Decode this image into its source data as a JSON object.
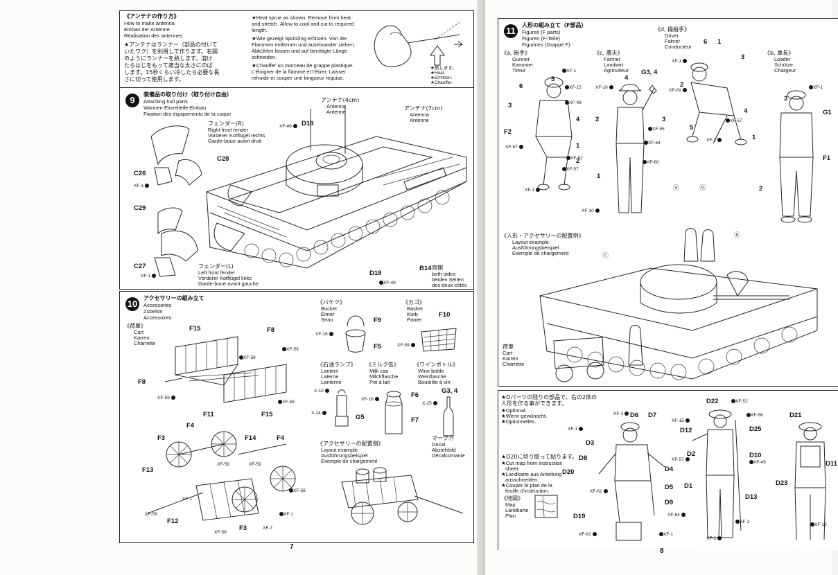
{
  "antenna_box": {
    "jp": "《アンテナの作り方》",
    "en": "How to make antenna",
    "de": "Einbau der Antenne",
    "fr": "Réalisation des antennes",
    "jp_desc1": "★アンテナはランナー（部品の付いて",
    "jp_desc2": "いたワク）を利用して作ります。右図",
    "jp_desc3": "のようにランナーを熱します。溶け",
    "jp_desc4": "たらはじをもって適当な太さにのば",
    "jp_desc5": "します。15秒くらい冷したら必要な長",
    "jp_desc6": "さに切って使用します。",
    "en_desc1": "★Heat sprue as shown. Remove from heat",
    "en_desc2": "and stretch. Allow to cool and cut to required",
    "en_desc3": "length.",
    "de_desc1": "★Wie gezeigt Spritzling erhitzen. Von der",
    "de_desc2": "Flammen entfernen und auseinander ziehen.",
    "de_desc3": "Abkühlen lassen und auf benötigte Länge",
    "de_desc4": "schneiden.",
    "fr_desc1": "★Chauffer un morceau de grappe plastique.",
    "fr_desc2": "L'éloigner de la flamme et l'étirer. Laisser",
    "fr_desc3": "refroidir et couper une longueur requise.",
    "heat_jp": "★熱します。",
    "heat_en": "★Heat.",
    "heat_de": "★Erhitzen.",
    "heat_fr": "★Chauffer."
  },
  "step9": {
    "number": "9",
    "jp": "装備品の取り付け（取り付け自由）",
    "en": "Attaching hull parts",
    "de": "Wannen-Einzelteile-Einbau",
    "fr": "Fixation des équipements de la coque",
    "rf_jp": "フェンダー(R)",
    "rf_en": "Right front fender",
    "rf_de": "Vorderer Kotflügel rechts",
    "rf_fr": "Garde-boue avant droit",
    "lf_jp": "フェンダー(L)",
    "lf_en": "Left front fender",
    "lf_de": "Vorderer Kotflügel links",
    "lf_fr": "Garde-boue avant gauche",
    "ant4_jp": "アンテナ(4cm)",
    "ant4_en": "Antenna",
    "ant4_de": "Antenne",
    "ant7_jp": "アンテナ(7cm)",
    "ant7_en": "Antenna",
    "ant7_de": "Antenne",
    "both_jp": "両側",
    "both_en": "both sides",
    "both_de": "beiden Seiten",
    "both_fr": "des deux côtés",
    "parts": [
      "D18",
      "C28",
      "C26",
      "C29",
      "C27",
      "D18",
      "B14"
    ],
    "xf": [
      "XF-49",
      "XF-1",
      "XF-1",
      "XF-49"
    ]
  },
  "step10": {
    "number": "10",
    "jp": "アクセサリーの組み立て",
    "en": "Accessories",
    "de": "Zubehör",
    "fr": "Accessoires",
    "cart_jp": "《荷車》",
    "cart_en": "Cart",
    "cart_de": "Karren",
    "cart_fr": "Charrette",
    "bucket_jp": "《バケツ》",
    "bucket_en": "Bucket",
    "bucket_de": "Eimer",
    "bucket_fr": "Seau",
    "basket_jp": "《カゴ》",
    "basket_en": "Basket",
    "basket_de": "Korb",
    "basket_fr": "Panier",
    "lantern_jp": "《石油ランプ》",
    "lantern_en": "Lantern",
    "lantern_de": "Laterne",
    "lantern_fr": "Lanterne",
    "milk_jp": "《ミルク缶》",
    "milk_en": "Milk can",
    "milk_de": "Milchflasche",
    "milk_fr": "Pot à lait",
    "wine_jp": "《ワインボトル》",
    "wine_en": "Wine bottle",
    "wine_de": "Weinflasche",
    "wine_fr": "Bouteille à vin",
    "decal_jp": "マーク⑪",
    "decal_en": "Decal",
    "decal_de": "Abziehbild",
    "decal_fr": "Décalcomanie",
    "layout_jp": "《アクセサリーの配置例》",
    "layout_en": "Layout example",
    "layout_de": "Ausführungsbeispiel",
    "layout_fr": "Exemple de chargement",
    "parts": [
      "F15",
      "F8",
      "F8",
      "F11",
      "F15",
      "F9",
      "F5",
      "F10",
      "F6",
      "G5",
      "F7",
      "G3, 4",
      "F4",
      "F3",
      "F14",
      "F4",
      "F13",
      "F12",
      "F3"
    ],
    "xf": [
      "XF-59",
      "XF-59",
      "XF-59",
      "XF-59",
      "XF-16",
      "XF-59",
      "X-10",
      "X-24",
      "XF-16",
      "X-25",
      "XF-59",
      "XF-59",
      "XF-56",
      "XF-1",
      "XF-59",
      "XF-56",
      "XF-7",
      "XF-1"
    ]
  },
  "step11": {
    "number": "11",
    "jp": "人形の組み立て（F部品）",
    "en": "Figures (F parts)",
    "de": "Figuren (F-Teile)",
    "fr": "Figurines (Grappe F)",
    "a_jp": "《a, 砲手》",
    "a_en": "Gunner",
    "a_de": "Kanonier",
    "a_fr": "Tireur",
    "c_jp": "《c, 農夫》",
    "c_en": "Farmer",
    "c_de": "Landwirt",
    "c_fr": "Agriculteur",
    "d_jp": "《d, 操縦手》",
    "d_en": "Driver",
    "d_de": "Fahrer",
    "d_fr": "Conducteur",
    "b_jp": "《b, 車長》",
    "b_en": "Loader",
    "b_de": "Schütze",
    "b_fr": "Chargeur",
    "layout_jp": "《人形・アクセサリーの配置例》",
    "layout_en": "Layout example",
    "layout_de": "Ausführungsbeispiel",
    "layout_fr": "Exemple de chargement",
    "cart_jp": "荷車",
    "cart_en": "Cart",
    "cart_de": "Karren",
    "cart_fr": "Charrette",
    "tags": [
      "ⓐ",
      "ⓑ",
      "ⓒ",
      "ⓓ"
    ],
    "parts": [
      "5",
      "6",
      "3",
      "4",
      "F2",
      "1",
      "2",
      "4",
      "G3, 4",
      "3",
      "2",
      "1",
      "6",
      "1",
      "3",
      "2",
      "4",
      "5",
      "3",
      "G1",
      "1",
      "F1",
      "2"
    ],
    "xf": [
      "XF-1",
      "XF-15",
      "XF-49",
      "XF-57",
      "XF-52",
      "XF-57",
      "XF-1",
      "XF-10",
      "XF-55",
      "XF-64",
      "XF-60",
      "XF-10",
      "XF-1",
      "XF-61",
      "XF-57",
      "XF-1",
      "XF-1"
    ]
  },
  "dparts": {
    "note_jp": "★Dパーツの残りの部品で、右の2体の",
    "note_jp2": "人形を作る事ができます。",
    "note_en": "★Optional.",
    "note_de": "★Wenn gewünscht.",
    "note_fr": "★Optionnelles.",
    "d20_jp": "★D20に切り取って貼ります。",
    "d20_en1": "★Cut map from instruction",
    "d20_en2": "sheet.",
    "d20_de1": "★Landkarte aus Anleitung",
    "d20_de2": "ausschneiden.",
    "d20_fr1": "★Couper le plan de la",
    "d20_fr2": "feuille d'instruction.",
    "map_jp": "《地図》",
    "map_en": "Map",
    "map_de": "Landkarte",
    "map_fr": "Plan",
    "parts": [
      "D6",
      "D7",
      "D3",
      "D8",
      "D20",
      "D4",
      "D5",
      "D9",
      "D19",
      "D22",
      "D12",
      "D25",
      "D2",
      "D10",
      "D1",
      "D13",
      "D21",
      "D11",
      "D23"
    ],
    "xf": [
      "XF-1",
      "XF-1",
      "XF-61",
      "XF-64",
      "XF-61",
      "XF-1",
      "XF-52",
      "XF-56",
      "XF-15",
      "XF-57",
      "XF-49",
      "XF-10",
      "XF-1",
      "XF-1"
    ]
  },
  "footer": {
    "page_left": "7",
    "page_right": "8",
    "watermark": "MOXINGFANS.COM"
  }
}
